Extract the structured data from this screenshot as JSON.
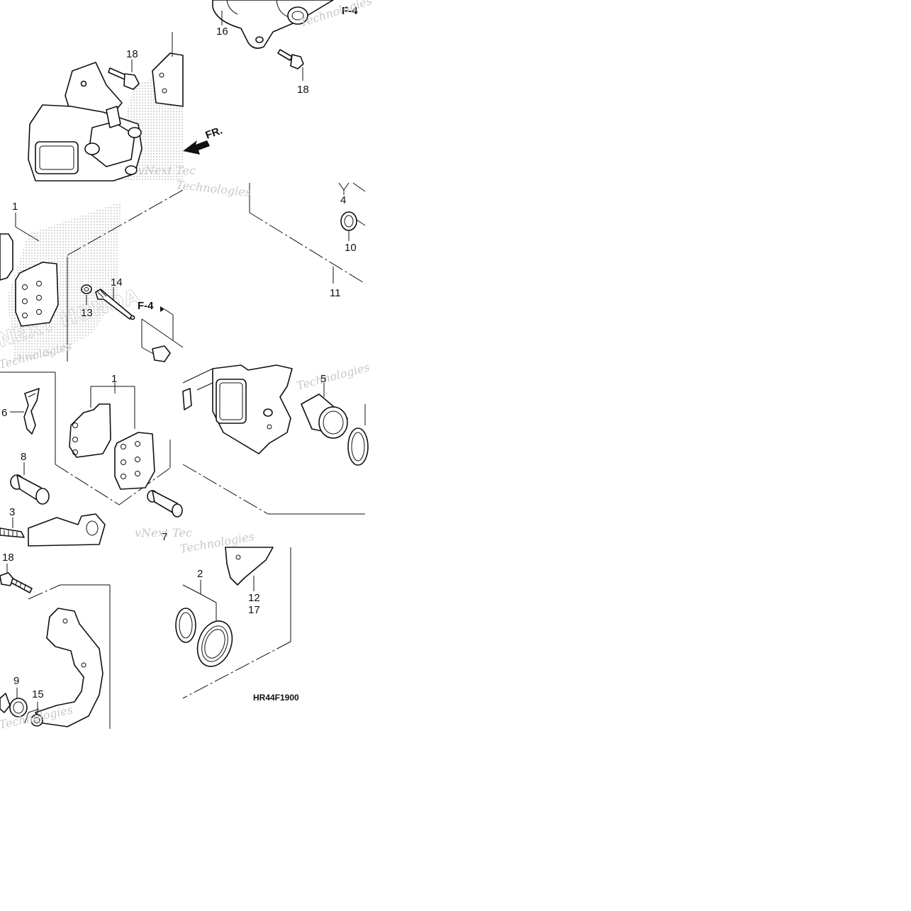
{
  "diagram_code": "HR44F1900",
  "front_indicator": "FR.",
  "reference_mark": "F-4",
  "watermark": {
    "line1": "vNext Tec",
    "line2": "Technologies"
  },
  "callouts": {
    "c1a": "1",
    "c1b": "1",
    "c2": "2",
    "c3": "3",
    "c4": "4",
    "c5": "5",
    "c6": "6",
    "c7": "7",
    "c8": "8",
    "c9": "9",
    "c10": "10",
    "c11": "11",
    "c12": "12",
    "c13": "13",
    "c14": "14",
    "c15": "15",
    "c16": "16",
    "c17": "17",
    "c18a": "18",
    "c18b": "18",
    "c18c": "18"
  }
}
